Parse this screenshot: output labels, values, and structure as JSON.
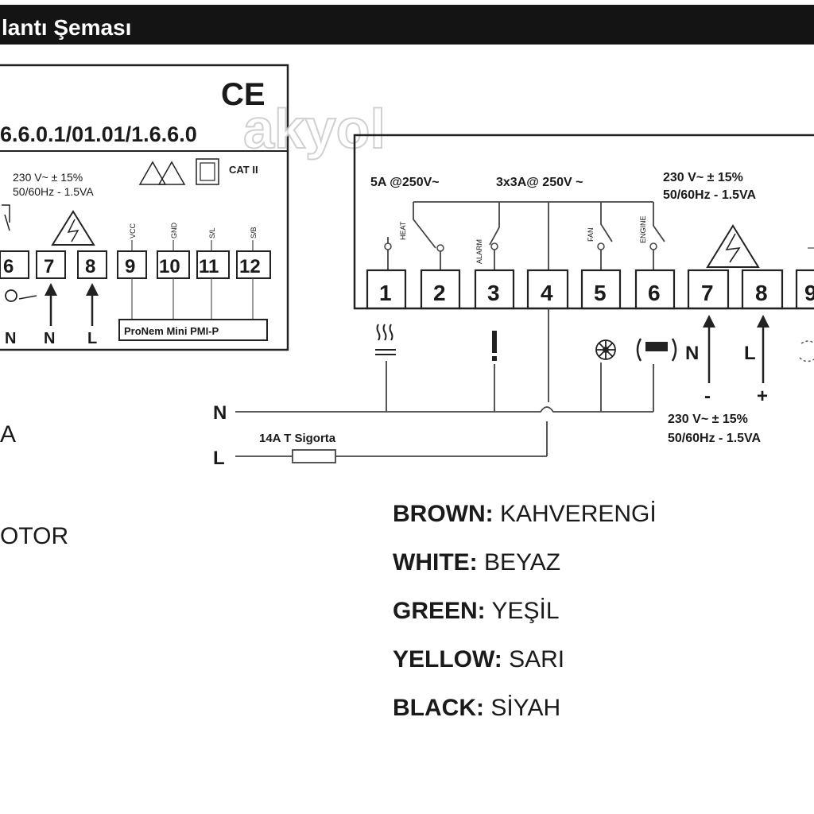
{
  "header": {
    "title": "lantı Şeması",
    "background": "#141414",
    "text_color": "#ffffff"
  },
  "watermark": "akyol",
  "left_device": {
    "mark": "CE",
    "code": "6.6.0.1/01.01/1.6.6.0",
    "rating_line1": "230 V~  ± 15%",
    "rating_line2": "50/60Hz - 1.5VA",
    "category": "CAT II",
    "terminals": [
      "6",
      "7",
      "8",
      "9",
      "10",
      "11",
      "12"
    ],
    "signal_labels": [
      "VCC",
      "GND",
      "S/L",
      "S/B"
    ],
    "bottom_labels": [
      "N",
      "N",
      "L"
    ],
    "model": "ProNem Mini PMI-P"
  },
  "left_partial_text": [
    "A",
    "OTOR"
  ],
  "right_device": {
    "rating_relay1": "5A @250V~",
    "rating_relay2": "3x3A@ 250V ~",
    "supply_line1": "230 V~  ± 15%",
    "supply_line2": "50/60Hz - 1.5VA",
    "relay_labels": [
      "HEAT",
      "ALARM",
      "FAN",
      "ENGINE"
    ],
    "terminals": [
      "1",
      "2",
      "3",
      "4",
      "5",
      "6",
      "7",
      "8",
      "9"
    ],
    "supply_labels": [
      "N",
      "L"
    ],
    "supply_polarity": [
      "-",
      "+"
    ],
    "bottom_supply_line1": "230 V~  ± 15%",
    "bottom_supply_line2": "50/60Hz - 1.5VA"
  },
  "mains": {
    "n_label": "N",
    "l_label": "L",
    "fuse_label": "14A T Sigorta"
  },
  "legend": [
    {
      "key": "BROWN:",
      "value": "KAHVERENGİ"
    },
    {
      "key": "WHITE:",
      "value": "BEYAZ"
    },
    {
      "key": "GREEN:",
      "value": "YEŞİL"
    },
    {
      "key": "YELLOW:",
      "value": "SARI"
    },
    {
      "key": "BLACK:",
      "value": "SİYAH"
    }
  ]
}
